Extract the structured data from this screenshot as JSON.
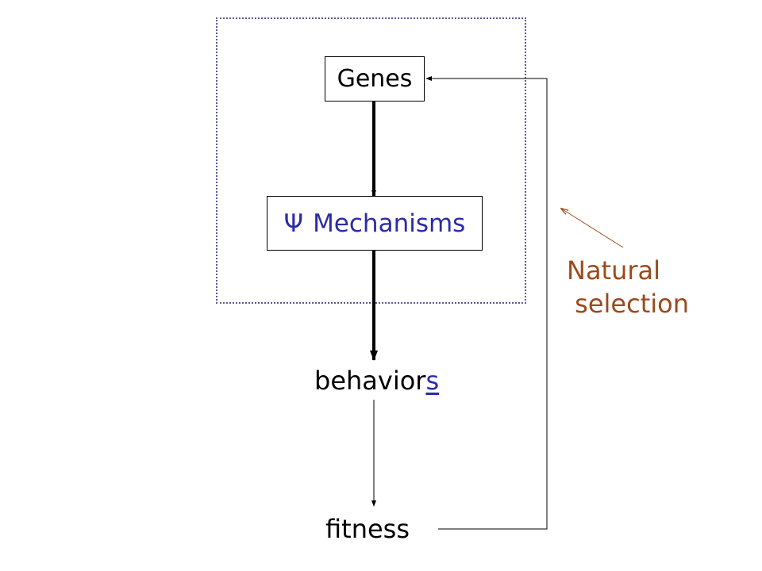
{
  "diagram": {
    "genes_label": "Genes",
    "mechanisms_symbol": "Ψ",
    "mechanisms_label": "Mechanisms",
    "behaviors_main": "behavior",
    "behaviors_suffix": "s",
    "fitness_label": "fitness",
    "natural_selection_label": "Natural\n selection"
  },
  "colors": {
    "mechanisms_text": "#2b2ba8",
    "natural_selection": "#9c4a1c",
    "frame": "#5a5a9a"
  }
}
